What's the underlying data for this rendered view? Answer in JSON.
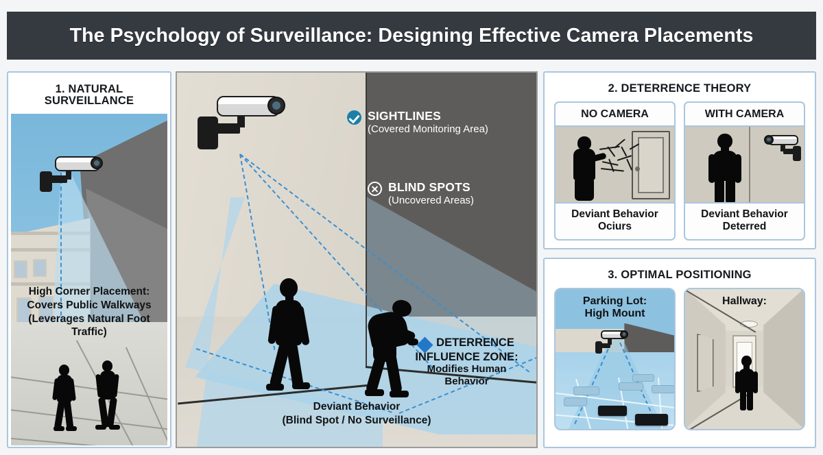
{
  "header": {
    "title": "The Psychology of Surveillance: Designing Effective Camera Placements"
  },
  "panel1": {
    "heading": "1. NATURAL SURVEILLANCE",
    "caption_line1": "High Corner Placement:",
    "caption_line2": "Covers Public Walkways",
    "caption_line3": "(Leverages Natural Foot Traffic)",
    "icons": {
      "camera": "security-camera-icon",
      "pedestrian_a": "pedestrian-silhouette-icon",
      "pedestrian_b": "pedestrian-silhouette-icon"
    }
  },
  "center": {
    "legend": [
      {
        "marker": "check-badge-icon",
        "marker_color": "#1b7fa8",
        "label": "SIGHTLINES",
        "sublabel": "(Covered Monitoring Area)"
      },
      {
        "marker": "x-circle-icon",
        "marker_color": "#ffffff",
        "label": "BLIND SPOTS",
        "sublabel": "(Uncovered Areas)"
      }
    ],
    "deterrence": {
      "marker": "diamond-icon",
      "marker_color": "#2277c8",
      "line1": "DETERRENCE",
      "line2": "INFLUENCE ZONE:",
      "line3": "Modifies Human",
      "line4": "Behavior"
    },
    "caption_line1": "Deviant Behavior",
    "caption_line2": "(Blind Spot / No Surveillance)",
    "icons": {
      "camera": "security-camera-icon",
      "walking_person": "walking-person-silhouette-icon",
      "crouching_person": "crouching-person-silhouette-icon"
    }
  },
  "panel2": {
    "heading": "2. DETERRENCE THEORY",
    "cards": [
      {
        "title": "NO CAMERA",
        "caption_line1": "Deviant Behavior",
        "caption_line2": "Ociurs",
        "icons": {
          "person": "vandal-silhouette-icon",
          "door": "door-icon",
          "graffiti": "graffiti-icon"
        }
      },
      {
        "title": "WITH CAMERA",
        "caption_line1": "Deviant Behavior",
        "caption_line2": "Deterred",
        "icons": {
          "person": "standing-person-silhouette-icon",
          "camera": "security-camera-icon"
        }
      }
    ]
  },
  "panel3": {
    "heading": "3. OPTIMAL POSITIONING",
    "cards": [
      {
        "title_line1": "Parking Lot:",
        "title_line2": "High Mount",
        "icons": {
          "camera": "security-camera-icon",
          "cars": "parked-cars-icon",
          "cone": "coverage-cone-icon"
        }
      },
      {
        "title_line1": "Hallway:",
        "title_line2": "",
        "icons": {
          "person": "walking-person-silhouette-icon",
          "ceiling_light": "ceiling-light-icon",
          "door": "door-icon"
        }
      }
    ]
  },
  "colors": {
    "title_bar": "#343a40",
    "panel_border": "#aac6dd",
    "coverage_blue": "#aad3ea",
    "dash_blue": "#3a8fd1",
    "dark_wall": "#5e5c5a",
    "accent_teal": "#1b7fa8",
    "accent_blue": "#2277c8",
    "page_background": "#f4f5f6"
  }
}
